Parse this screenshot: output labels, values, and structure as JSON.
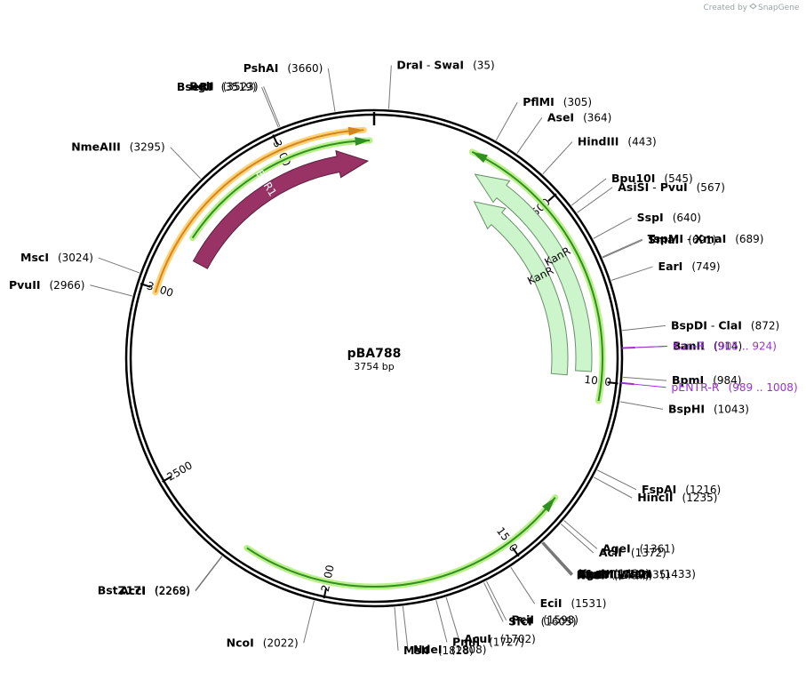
{
  "credit": {
    "prefix": "Created by",
    "brand": "SnapGene"
  },
  "plasmid": {
    "name": "pBA788",
    "size_label": "3754 bp",
    "length": 3754
  },
  "ticks": [
    {
      "label": "500",
      "pos": 500
    },
    {
      "label": "1000",
      "pos": 1000
    },
    {
      "label": "1500",
      "pos": 1500
    },
    {
      "label": "2000",
      "pos": 2000
    },
    {
      "label": "2500",
      "pos": 2500
    },
    {
      "label": "3000",
      "pos": 3000
    },
    {
      "label": "3500",
      "pos": 3500
    }
  ],
  "sites": [
    {
      "name": "PshAI",
      "pos_label": "(3660)",
      "pos": 3660
    },
    {
      "name": "BglI",
      "pos_label": "(3523)",
      "pos": 3523
    },
    {
      "name": "BseRI",
      "pos_label": "(3519)",
      "pos": 3519
    },
    {
      "name": "NmeAIII",
      "pos_label": "(3295)",
      "pos": 3295
    },
    {
      "name": "MscI",
      "pos_label": "(3024)",
      "pos": 3024
    },
    {
      "name": "PvuII",
      "pos_label": "(2966)",
      "pos": 2966
    },
    {
      "name": "BstZ17I",
      "pos_label": "(2269)",
      "pos": 2269
    },
    {
      "name": "AccI",
      "pos_label": "(2268)",
      "pos": 2268
    },
    {
      "name": "NcoI",
      "pos_label": "(2022)",
      "pos": 2022
    },
    {
      "name": "MslI",
      "pos_label": "(1828)",
      "pos": 1828
    },
    {
      "name": "NdeI",
      "pos_label": "(1808)",
      "pos": 1808
    },
    {
      "name": "PmlI",
      "pos_label": "(1727)",
      "pos": 1727
    },
    {
      "name": "AcuI",
      "pos_label": "(1702)",
      "pos": 1702
    },
    {
      "name": "SfcI",
      "pos_label": "(1605)",
      "pos": 1605
    },
    {
      "name": "PciI",
      "pos_label": "(1598)",
      "pos": 1598
    },
    {
      "name": "EciI",
      "pos_label": "(1531)",
      "pos": 1531
    },
    {
      "name": "NaeI",
      "pos_label": "(1437)",
      "pos": 1437
    },
    {
      "name": "PluTI",
      "pos_label": "(1436)",
      "pos": 1436
    },
    {
      "name": "NgoMIV",
      "pos_label": "(1435)",
      "pos": 1435
    },
    {
      "name": "SfoI",
      "pos_label": "(1434)",
      "pos": 1434
    },
    {
      "name": "BsaHI",
      "name2": "NarI",
      "pos_label": "(1433)",
      "pos": 1433
    },
    {
      "name": "KasI",
      "pos_label": "(1432)",
      "pos": 1432
    },
    {
      "name": "AclI",
      "pos_label": "(1372)",
      "pos": 1372
    },
    {
      "name": "AgeI",
      "pos_label": "(1361)",
      "pos": 1361
    },
    {
      "name": "HincII",
      "pos_label": "(1235)",
      "pos": 1235
    },
    {
      "name": "FspAI",
      "pos_label": "(1216)",
      "pos": 1216
    },
    {
      "name": "BspHI",
      "pos_label": "(1043)",
      "pos": 1043
    },
    {
      "name": "BpmI",
      "pos_label": "(984)",
      "pos": 984
    },
    {
      "name": "BanII",
      "pos_label": "(914)",
      "pos": 914
    },
    {
      "name": "BspDI",
      "name2": "ClaI",
      "pos_label": "(872)",
      "pos": 872
    },
    {
      "name": "EarI",
      "pos_label": "(749)",
      "pos": 749
    },
    {
      "name": "SmaI",
      "pos_label": "(691)",
      "pos": 691
    },
    {
      "name": "TspMI",
      "name2": "XmaI",
      "pos_label": "(689)",
      "pos": 689
    },
    {
      "name": "SspI",
      "pos_label": "(640)",
      "pos": 640
    },
    {
      "name": "AsiSI",
      "name2": "PvuI",
      "pos_label": "(567)",
      "pos": 567
    },
    {
      "name": "Bpu10I",
      "pos_label": "(545)",
      "pos": 545
    },
    {
      "name": "HindIII",
      "pos_label": "(443)",
      "pos": 443
    },
    {
      "name": "AseI",
      "pos_label": "(364)",
      "pos": 364
    },
    {
      "name": "PflMI",
      "pos_label": "(305)",
      "pos": 305
    },
    {
      "name": "DraI",
      "name2": "SwaI",
      "pos_label": "(35)",
      "pos": 35
    }
  ],
  "primers": [
    {
      "name": "Kan-R",
      "range_label": "(905 .. 924)",
      "pos": 914
    },
    {
      "name": "pENTR-R",
      "range_label": "(989 .. 1008)",
      "pos": 998
    }
  ],
  "features": [
    {
      "name": "KanR",
      "color": "#ccf5cc",
      "stroke": "#6a8f6a",
      "direction": "ccw"
    },
    {
      "name": "KanR",
      "color": "#ccf5cc",
      "stroke": "#6a8f6a",
      "direction": "ccw"
    },
    {
      "name": "pBBR1 Rep",
      "color": "#993366",
      "stroke": "#5a1f3b",
      "direction": "cw"
    }
  ],
  "colors": {
    "primer": "#9b30d9",
    "orf_line": "#2f8f1f",
    "orf_halo": "#b9f08a",
    "orange_line": "#d4861c",
    "orange_halo": "#ffd27a"
  }
}
